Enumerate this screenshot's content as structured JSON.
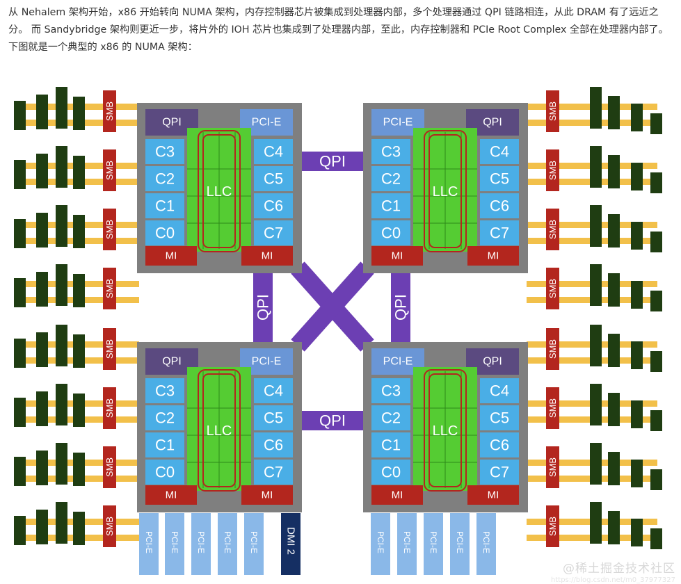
{
  "intro_text": "从 Nehalem 架构开始，x86 开始转向 NUMA 架构，内存控制器芯片被集成到处理器内部，多个处理器通过 QPI 链路相连，从此 DRAM 有了远近之分。 而 Sandybridge 架构则更近一步，将片外的 IOH 芯片也集成到了处理器内部，至此，内存控制器和 PCIe Root Complex 全部在处理器内部了。 下图就是一个典型的 x86 的 NUMA 架构：",
  "diagram": {
    "processors": [
      {
        "id": "tl",
        "qpi": "QPI",
        "pcie": "PCI-E",
        "left_cores": [
          "C3",
          "C2",
          "C1",
          "C0"
        ],
        "right_cores": [
          "C4",
          "C5",
          "C6",
          "C7"
        ],
        "llc": "LLC",
        "mi_left": "MI",
        "mi_right": "MI"
      },
      {
        "id": "tr",
        "qpi": "QPI",
        "pcie": "PCI-E",
        "left_cores": [
          "C3",
          "C2",
          "C1",
          "C0"
        ],
        "right_cores": [
          "C4",
          "C5",
          "C6",
          "C7"
        ],
        "llc": "LLC",
        "mi_left": "MI",
        "mi_right": "MI"
      },
      {
        "id": "bl",
        "qpi": "QPI",
        "pcie": "PCI-E",
        "left_cores": [
          "C3",
          "C2",
          "C1",
          "C0"
        ],
        "right_cores": [
          "C4",
          "C5",
          "C6",
          "C7"
        ],
        "llc": "LLC",
        "mi_left": "MI",
        "mi_right": "MI"
      },
      {
        "id": "br",
        "qpi": "QPI",
        "pcie": "PCI-E",
        "left_cores": [
          "C3",
          "C2",
          "C1",
          "C0"
        ],
        "right_cores": [
          "C4",
          "C5",
          "C6",
          "C7"
        ],
        "llc": "LLC",
        "mi_left": "MI",
        "mi_right": "MI"
      }
    ],
    "links": {
      "top": "QPI",
      "bottom": "QPI",
      "left": "QPI",
      "right": "QPI"
    },
    "smb_label": "SMB",
    "pcie_slot_label": "PCI-E",
    "dmi_label": "DMI 2"
  },
  "watermark": {
    "main": "@稀土掘金技术社区",
    "sub": "https://blog.csdn.net/m0_37977327"
  },
  "colors": {
    "chip_gray": "#7f7f7f",
    "core_blue": "#4aaee6",
    "llc_green": "#55cc33",
    "mi_red": "#b3261e",
    "qpi_purple": "#6c3fb3",
    "qpi_box": "#5b4a80",
    "pcie_box": "#6a96d6",
    "dimm_green": "#1f3d12",
    "bus_yellow": "#f2c04a",
    "pcie_slot": "#8ab8e8",
    "dmi_navy": "#152f63"
  }
}
